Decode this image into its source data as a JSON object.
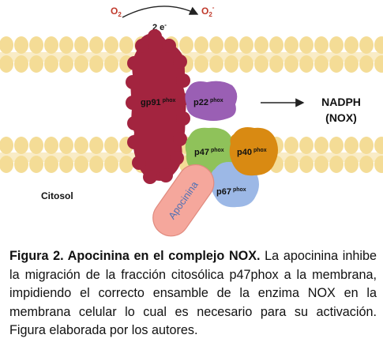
{
  "diagram": {
    "reaction": {
      "substrate": "O",
      "substrate_sub": "2",
      "electrons": "2 e",
      "electrons_sup": "-",
      "product": "O",
      "product_sub": "2",
      "product_sup": "-"
    },
    "proteins": {
      "gp91": {
        "name": "gp91",
        "sup": "phox",
        "color": "#a3243f"
      },
      "p22": {
        "name": "p22",
        "sup": "phox",
        "color": "#9a5fb4"
      },
      "p47": {
        "name": "p47",
        "sup": "phox",
        "color": "#8fc25a"
      },
      "p40": {
        "name": "p40",
        "sup": "phox",
        "color": "#d98a12"
      },
      "p67": {
        "name": "p67",
        "sup": "phox",
        "color": "#9cb8e6"
      }
    },
    "apocinina": {
      "label": "Apocinina",
      "fill": "#f5a79c",
      "text_color": "#4a6fb5"
    },
    "result": {
      "line1": "NADPH",
      "line2": "(NOX)"
    },
    "region_label": "Citosol",
    "membrane_color": "#f4dc96"
  },
  "caption": {
    "bold": "Figura 2. Apocinina en el complejo NOX.",
    "text": " La apocinina inhibe la migración de la fracción citosólica p47phox a la membrana, impidiendo el correcto ensamble de la enzima NOX en la membrana celular lo cual es necesario para su activación. Figura elaborada por los autores."
  }
}
